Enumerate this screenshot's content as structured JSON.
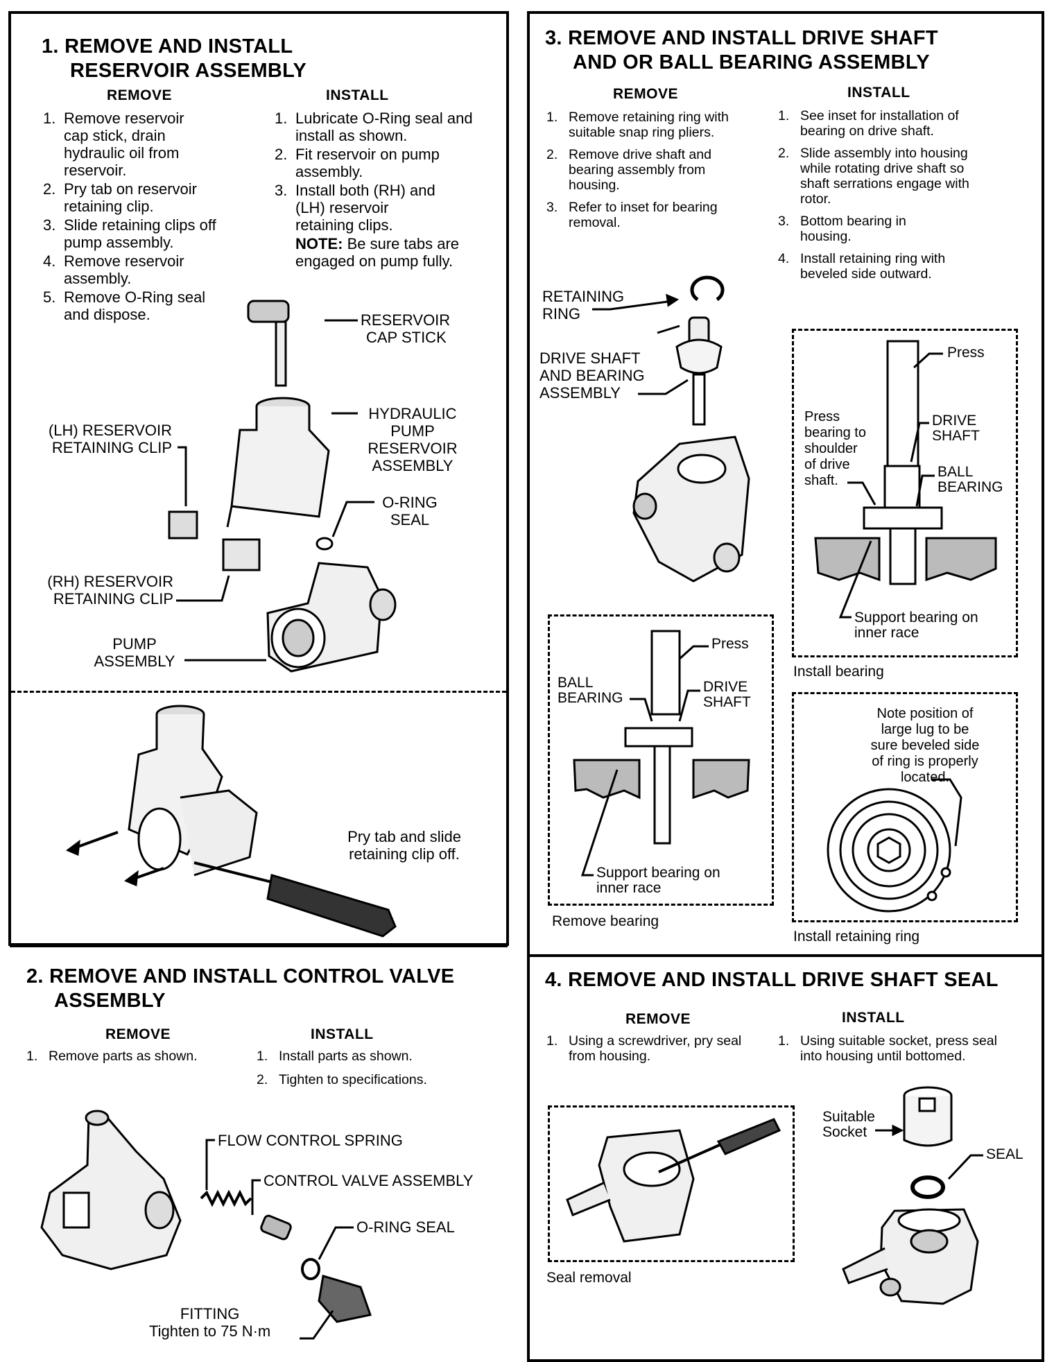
{
  "sec1": {
    "title_1": "1. REMOVE AND INSTALL",
    "title_2": "RESERVOIR ASSEMBLY",
    "remove_header": "REMOVE",
    "install_header": "INSTALL",
    "remove_steps": [
      {
        "n": "1.",
        "text": "Remove reservoir cap stick, drain hydraulic oil from reservoir."
      },
      {
        "n": "2.",
        "text": "Pry tab on reservoir retaining clip."
      },
      {
        "n": "3.",
        "text": "Slide retaining clips off pump assembly."
      },
      {
        "n": "4.",
        "text": "Remove reservoir assembly."
      },
      {
        "n": "5.",
        "text": "Remove O-Ring seal and dispose."
      }
    ],
    "install_steps": [
      {
        "n": "1.",
        "text": "Lubricate O-Ring seal and install as shown."
      },
      {
        "n": "2.",
        "text": "Fit reservoir on pump assembly."
      },
      {
        "n": "3.",
        "text": "Install both (RH) and (LH) reservoir retaining clips."
      }
    ],
    "note_label": "NOTE:",
    "note_text": "Be sure tabs are engaged on pump fully.",
    "labels": {
      "cap_stick_1": "RESERVOIR",
      "cap_stick_2": "CAP STICK",
      "hyd_1": "HYDRAULIC",
      "hyd_2": "PUMP",
      "hyd_3": "RESERVOIR",
      "hyd_4": "ASSEMBLY",
      "lh_1": "(LH) RESERVOIR",
      "lh_2": "RETAINING CLIP",
      "oring_1": "O-RING",
      "oring_2": "SEAL",
      "rh_1": "(RH) RESERVOIR",
      "rh_2": "RETAINING CLIP",
      "pump_1": "PUMP",
      "pump_2": "ASSEMBLY",
      "pry_1": "Pry tab and slide",
      "pry_2": "retaining clip off."
    }
  },
  "sec2": {
    "title_1": "2. REMOVE AND INSTALL CONTROL VALVE",
    "title_2": "ASSEMBLY",
    "remove_header": "REMOVE",
    "install_header": "INSTALL",
    "remove_steps": [
      {
        "n": "1.",
        "text": "Remove parts as shown."
      }
    ],
    "install_steps": [
      {
        "n": "1.",
        "text": "Install parts as shown."
      },
      {
        "n": "2.",
        "text": "Tighten to specifications."
      }
    ],
    "labels": {
      "spring": "FLOW CONTROL SPRING",
      "valve": "CONTROL VALVE ASSEMBLY",
      "oring": "O-RING SEAL",
      "fitting_1": "FITTING",
      "fitting_2": "Tighten to 75 N·m"
    }
  },
  "sec3": {
    "title_1": "3. REMOVE AND INSTALL DRIVE SHAFT",
    "title_2": "AND OR BALL BEARING ASSEMBLY",
    "remove_header": "REMOVE",
    "install_header": "INSTALL",
    "remove_steps": [
      {
        "n": "1.",
        "text": "Remove retaining ring with suitable snap ring pliers."
      },
      {
        "n": "2.",
        "text": "Remove drive shaft and bearing assembly from housing."
      },
      {
        "n": "3.",
        "text": "Refer to inset for bearing removal."
      }
    ],
    "install_steps": [
      {
        "n": "1.",
        "text": "See inset for installation of bearing on drive shaft."
      },
      {
        "n": "2.",
        "text": "Slide assembly into housing while rotating drive shaft so shaft serrations engage with rotor."
      },
      {
        "n": "3.",
        "text": "Bottom bearing in housing."
      },
      {
        "n": "4.",
        "text": "Install retaining ring with beveled side outward."
      }
    ],
    "labels": {
      "ring_1": "RETAINING",
      "ring_2": "RING",
      "ds_1": "DRIVE SHAFT",
      "ds_2": "AND BEARING",
      "ds_3": "ASSEMBLY",
      "press": "Press",
      "ball_1": "BALL",
      "ball_2": "BEARING",
      "drive_1": "DRIVE",
      "drive_2": "SHAFT",
      "support_1": "Support bearing on",
      "support_2": "inner race",
      "remove_bearing": "Remove bearing",
      "press_b_1": "Press",
      "press_b_2": "bearing to",
      "press_b_3": "shoulder",
      "press_b_4": "of drive",
      "press_b_5": "shaft.",
      "install_bearing": "Install bearing",
      "note_1": "Note position of",
      "note_2": "large lug to be",
      "note_3": "sure beveled side",
      "note_4": "of ring is properly",
      "note_5": "located.",
      "install_ring": "Install retaining ring"
    }
  },
  "sec4": {
    "title": "4. REMOVE AND INSTALL DRIVE SHAFT SEAL",
    "remove_header": "REMOVE",
    "install_header": "INSTALL",
    "remove_steps": [
      {
        "n": "1.",
        "text": "Using a screwdriver, pry seal from housing."
      }
    ],
    "install_steps": [
      {
        "n": "1.",
        "text": "Using suitable socket, press seal into housing until bottomed."
      }
    ],
    "labels": {
      "socket_1": "Suitable",
      "socket_2": "Socket",
      "seal": "SEAL",
      "seal_removal": "Seal removal"
    }
  }
}
